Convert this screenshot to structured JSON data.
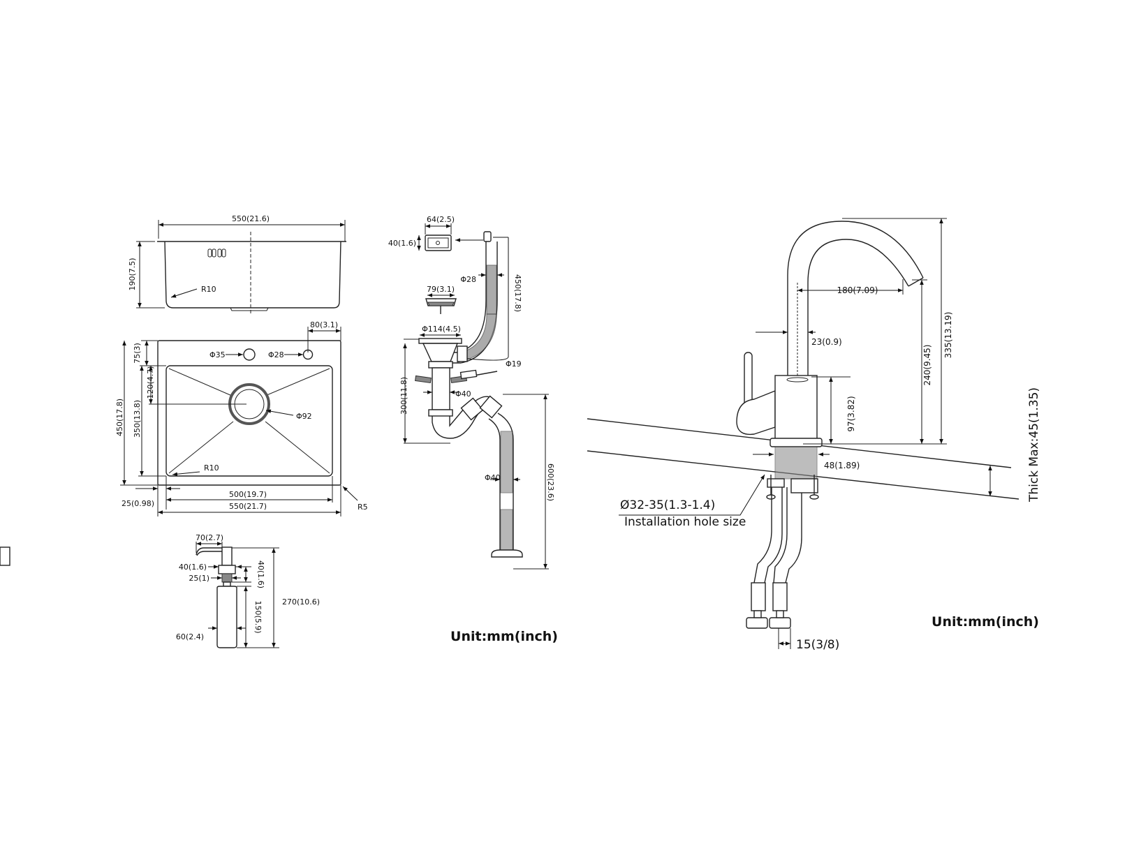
{
  "sink_side": {
    "width": "550(21.6)",
    "height": "190(7.5)",
    "radius": "R10"
  },
  "sink_plan": {
    "hole_offset": "80(3.1)",
    "top_margin": "75(3)",
    "drain_offset": "120(4.7)",
    "outer_depth": "450(17.8)",
    "inner_depth": "350(13.8)",
    "hole1": "Φ35",
    "hole2": "Φ28",
    "drain": "Φ92",
    "inner_radius": "R10",
    "corner_radius": "R5",
    "rim": "25(0.98)",
    "inner_width": "500(19.7)",
    "outer_width": "550(21.7)"
  },
  "dispenser": {
    "spout": "70(2.7)",
    "collar": "40(1.6)",
    "thread": "25(1)",
    "thread_len": "40(1.6)",
    "bottle_h": "150(5.9)",
    "total_h": "270(10.6)",
    "bottle_d": "60(2.4)"
  },
  "drain_kit": {
    "overflow_w": "64(2.5)",
    "overflow_h": "40(1.6)",
    "hose_d": "Φ28",
    "hose_len": "450(17.8)",
    "basket": "79(3.1)",
    "flange": "Φ114(4.5)",
    "inlet": "Φ19",
    "trap_h": "300(11.8)",
    "pipe_d": "Φ40",
    "outlet_d": "Φ40",
    "outlet_len": "600(23.6)",
    "unit": "Unit:mm(inch)"
  },
  "faucet": {
    "reach": "180(7.09)",
    "tube_d": "23(0.9)",
    "spout_h": "240(9.45)",
    "total_h": "335(13.19)",
    "body_h": "97(3.82)",
    "shank_d": "48(1.89)",
    "thickness": "Thick Max:45(1.35)",
    "hole_size": "Ø32-35(1.3-1.4)",
    "hole_label": "Installation hole size",
    "connector": "15(3/8)",
    "unit": "Unit:mm(inch)"
  }
}
